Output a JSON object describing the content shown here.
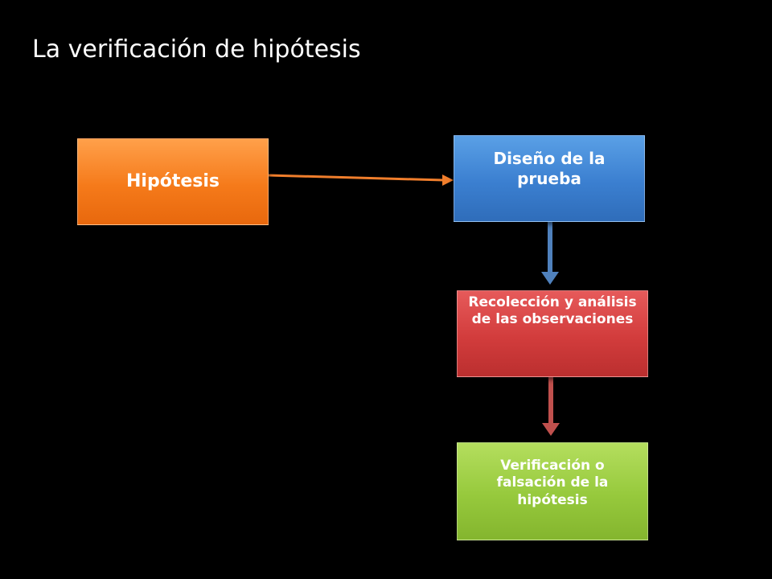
{
  "slide": {
    "title": "La verificación de hipótesis"
  },
  "nodes": {
    "hipotesis": {
      "label": "Hipótesis",
      "color": "#f57a1a"
    },
    "diseno": {
      "label": "Diseño de la prueba",
      "color": "#3b7fd0"
    },
    "recoleccion": {
      "label": "Recolección y análisis de las observaciones",
      "color": "#d23c3c"
    },
    "verificacion": {
      "label": "Verificación o falsación de la hipótesis",
      "color": "#96c93c"
    }
  },
  "connectors": {
    "hipotesis_to_diseno": {
      "color": "#f07e2c"
    },
    "diseno_to_recoleccion": {
      "color": "#4f81bd"
    },
    "recoleccion_to_verificacion": {
      "color": "#c0504d"
    }
  }
}
